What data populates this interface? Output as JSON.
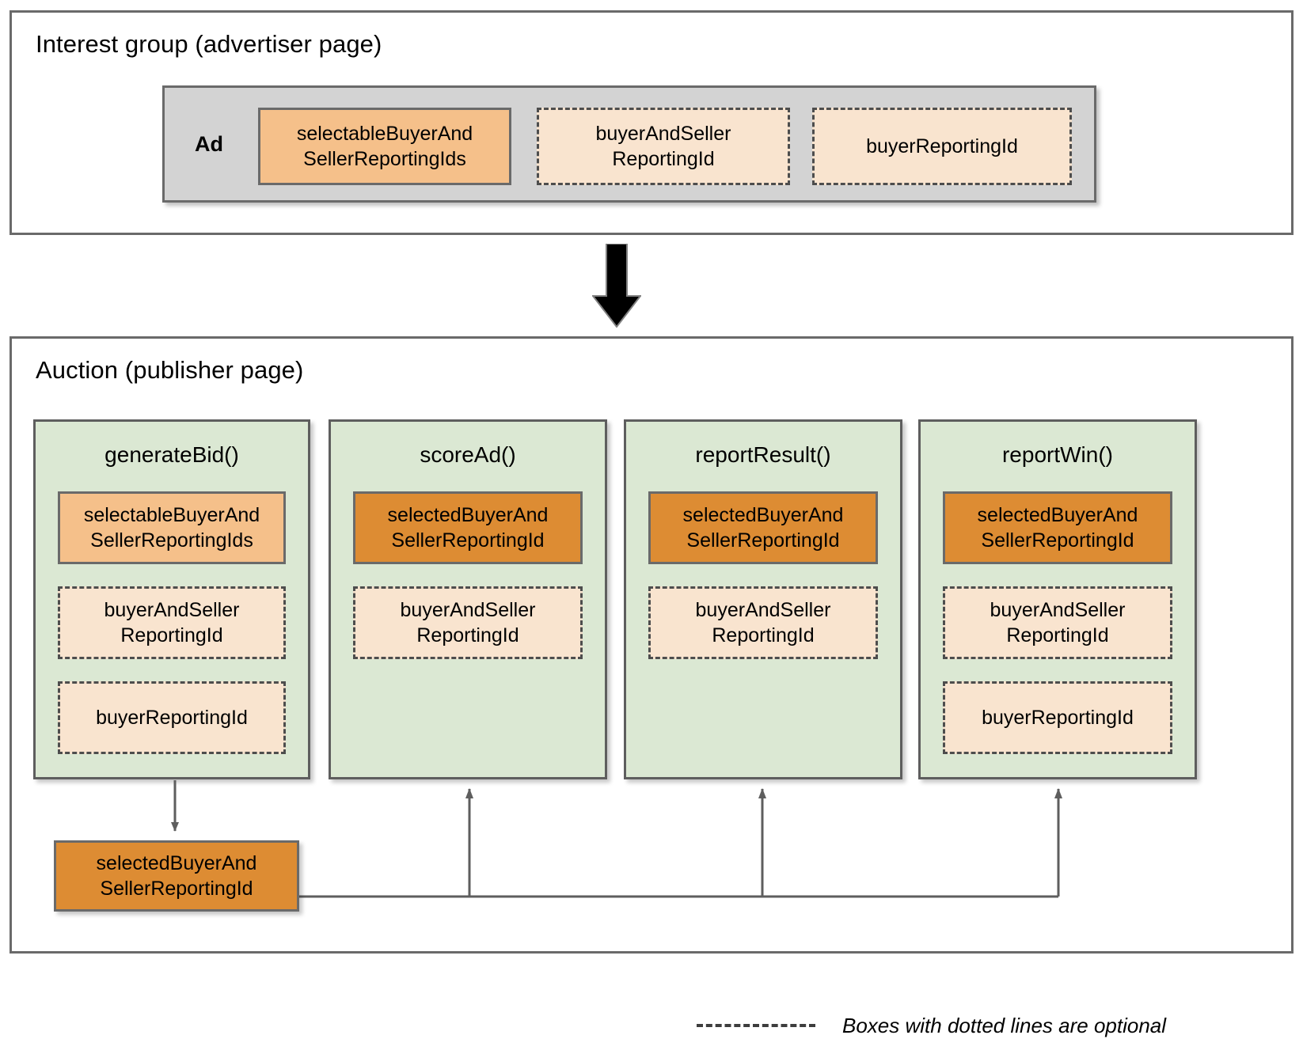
{
  "colors": {
    "panel_border": "#6a6a6a",
    "ad_container_bg": "#d3d3d3",
    "function_bg": "#dbe8d3",
    "selected_orange": "#dd8c33",
    "selectable_orange": "#f5c08a",
    "optional_peach": "#f9e4cf",
    "arrow_black": "#000000",
    "connector_grey": "#5e5e5e"
  },
  "interest_group": {
    "title": "Interest group (advertiser page)",
    "ad_label": "Ad",
    "tokens": [
      {
        "label": "selectableBuyerAnd\nSellerReportingIds",
        "style": "solid-light",
        "optional": false
      },
      {
        "label": "buyerAndSeller\nReportingId",
        "style": "dashed",
        "optional": true
      },
      {
        "label": "buyerReportingId",
        "style": "dashed",
        "optional": true
      }
    ]
  },
  "flow_arrow": {
    "direction": "down",
    "name": "interest-group-to-auction-arrow"
  },
  "auction": {
    "title": "Auction (publisher page)",
    "columns": [
      {
        "name": "generateBid",
        "title": "generateBid()",
        "slots": [
          {
            "label": "selectableBuyerAnd\nSellerReportingIds",
            "style": "solid-light",
            "optional": false
          },
          {
            "label": "buyerAndSeller\nReportingId",
            "style": "dashed",
            "optional": true
          },
          {
            "label": "buyerReportingId",
            "style": "dashed",
            "optional": true
          }
        ]
      },
      {
        "name": "scoreAd",
        "title": "scoreAd()",
        "slots": [
          {
            "label": "selectedBuyerAnd\nSellerReportingId",
            "style": "solid-dark",
            "optional": false
          },
          {
            "label": "buyerAndSeller\nReportingId",
            "style": "dashed",
            "optional": true
          }
        ]
      },
      {
        "name": "reportResult",
        "title": "reportResult()",
        "slots": [
          {
            "label": "selectedBuyerAnd\nSellerReportingId",
            "style": "solid-dark",
            "optional": false
          },
          {
            "label": "buyerAndSeller\nReportingId",
            "style": "dashed",
            "optional": true
          }
        ]
      },
      {
        "name": "reportWin",
        "title": "reportWin()",
        "slots": [
          {
            "label": "selectedBuyerAnd\nSellerReportingId",
            "style": "solid-dark",
            "optional": false
          },
          {
            "label": "buyerAndSeller\nReportingId",
            "style": "dashed",
            "optional": true
          },
          {
            "label": "buyerReportingId",
            "style": "dashed",
            "optional": true
          }
        ]
      }
    ],
    "output_box": {
      "label": "selectedBuyerAnd\nSellerReportingId",
      "style": "solid-dark"
    },
    "connections": [
      {
        "from": "generateBid",
        "to": "selected-output",
        "direction": "down"
      },
      {
        "from": "selected-output",
        "to": "scoreAd",
        "direction": "up"
      },
      {
        "from": "selected-output",
        "to": "reportResult",
        "direction": "up"
      },
      {
        "from": "selected-output",
        "to": "reportWin",
        "direction": "up"
      }
    ]
  },
  "legend": {
    "dash_swatch": "dashed-line-swatch",
    "text": "Boxes with dotted lines are optional"
  }
}
